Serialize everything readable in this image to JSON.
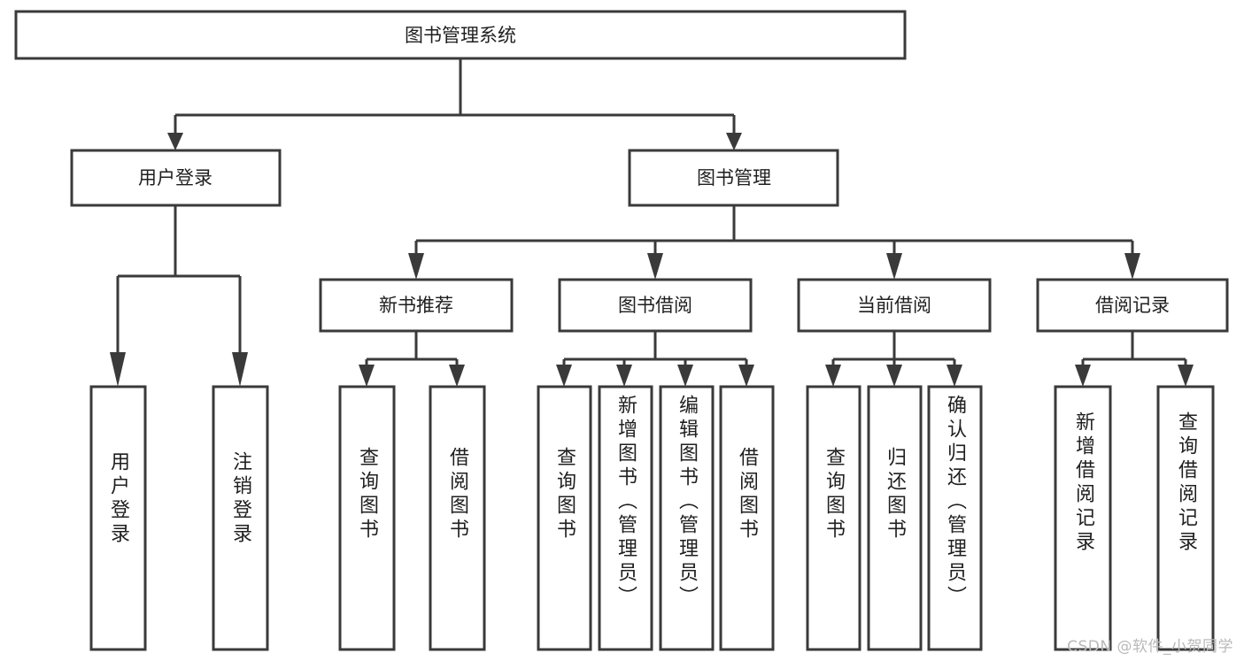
{
  "diagram": {
    "title": "图书管理系统",
    "type": "tree-hierarchy",
    "watermark": "CSDN @软件_小贺同学",
    "colors": {
      "stroke": "#3a3a3a",
      "fill": "#ffffff",
      "text": "#1f1f1f",
      "watermark": "#b9b9b9"
    },
    "root": {
      "label": "图书管理系统"
    },
    "level2": [
      {
        "label": "用户登录"
      },
      {
        "label": "图书管理"
      }
    ],
    "level3": [
      {
        "label": "新书推荐"
      },
      {
        "label": "图书借阅"
      },
      {
        "label": "当前借阅"
      },
      {
        "label": "借阅记录"
      }
    ],
    "leaves": {
      "user_login": [
        {
          "label": "用户登录"
        },
        {
          "label": "注销登录"
        }
      ],
      "new_book_recommend": [
        {
          "label": "查询图书"
        },
        {
          "label": "借阅图书"
        }
      ],
      "book_borrow": [
        {
          "label": "查询图书"
        },
        {
          "label": "新增图书（管理员）"
        },
        {
          "label": "编辑图书（管理员）"
        },
        {
          "label": "借阅图书"
        }
      ],
      "current_borrow": [
        {
          "label": "查询图书"
        },
        {
          "label": "归还图书"
        },
        {
          "label": "确认归还（管理员）"
        }
      ],
      "borrow_record": [
        {
          "label": "新增借阅记录"
        },
        {
          "label": "查询借阅记录"
        }
      ]
    }
  }
}
